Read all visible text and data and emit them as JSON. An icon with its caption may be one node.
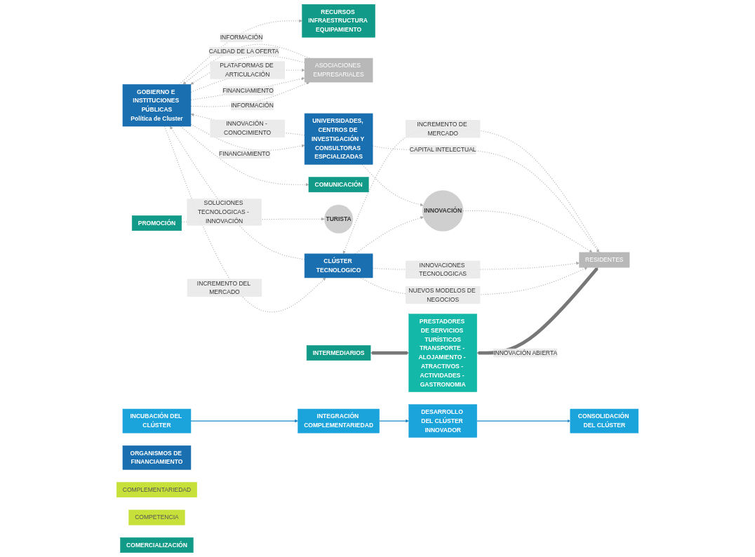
{
  "diagram": {
    "nodes": [
      {
        "text": [
          "ORGANISMOS DE FINANCIAMIENTO"
        ]
      },
      {
        "text": [
          "GOBIERNO E INSTITUCIONES PÚBLICAS",
          "Política de Cluster"
        ]
      },
      {
        "text": [
          "RECURSOS INFRAESTRUCTURA EQUIPAMIENTO"
        ]
      },
      {
        "text": [
          "COMPLEMENTARIEDAD"
        ]
      },
      {
        "text": [
          "ASOCIACIONES EMPRESARIALES"
        ]
      },
      {
        "text": [
          "INTERMEDIARIOS"
        ]
      },
      {
        "text": [
          "PRESTADORES DE SERVICIOS TURÍSTICOS",
          "TRANSPORTE - ALOJAMIENTO - ATRACTIVOS - ACTIVIDADES - GASTRONOMIA"
        ]
      },
      {
        "text": [
          "RESIDENTES"
        ]
      },
      {
        "text": [
          "COMPETENCIA"
        ]
      },
      {
        "text": [
          "COMUNICACIÓN"
        ]
      },
      {
        "text": [
          "PROMOCIÓN"
        ]
      },
      {
        "text": [
          "COMERCIALIZACIÓN"
        ]
      },
      {
        "text": [
          "TURISTA"
        ]
      },
      {
        "text": [
          "INNOVACIÓN"
        ]
      },
      {
        "text": [
          "CLÚSTER TECNOLOGICO"
        ]
      },
      {
        "text": [
          "UNIVERSIDADES, CENTROS DE INVESTIGACIÓN Y CONSULTORAS ESPCIALIZADAS"
        ]
      },
      {
        "text": [
          "INCUBACIÓN DEL CLÚSTER"
        ]
      },
      {
        "text": [
          "INTEGRACIÓN COMPLEMENTARIEDAD"
        ]
      },
      {
        "text": [
          "DESARROLLO DEL CLÚSTER INNOVADOR"
        ]
      },
      {
        "text": [
          "CONSOLIDACIÓN DEL CLÚSTER"
        ]
      }
    ],
    "edges": [
      {
        "from": 1,
        "to": 2,
        "arrow": "to",
        "style": "dashed"
      },
      {
        "from": 14,
        "to": 1,
        "arrow": "to",
        "style": "dashed",
        "label": "SOLUCIONES TECNOLOGICAS - INNOVACIÓN"
      },
      {
        "from": 1,
        "to": 14,
        "arrow": "to",
        "style": "dashed",
        "label": "INCREMENTO DEL MERCADO"
      },
      {
        "from": 4,
        "to": 1,
        "arrow": "to",
        "style": "dashed",
        "label": "CALIDAD DE LA OFERTA"
      },
      {
        "from": 4,
        "to": 1,
        "arrow": "to",
        "style": "dashed",
        "label": "INFORMACIÓN"
      },
      {
        "from": 1,
        "to": 4,
        "arrow": "to",
        "style": "dashed",
        "label": "INFORMACIÓN"
      },
      {
        "from": 1,
        "to": 4,
        "arrow": "to",
        "style": "dashed",
        "label": "FINANCIAMIENTO"
      },
      {
        "from": 1,
        "to": 4,
        "arrow": "to",
        "style": "dashed",
        "label": "PLATAFORMAS DE ARTICULACIÓN"
      },
      {
        "from": 15,
        "to": 1,
        "arrow": "to",
        "style": "dashed",
        "label": "INNOVACIÓN - CONOCIMIENTO"
      },
      {
        "from": 1,
        "to": 15,
        "arrow": "to",
        "style": "dashed",
        "label": "FINANCIAMIENTO"
      },
      {
        "from": 1,
        "to": 9,
        "arrow": "to",
        "style": "dashed"
      },
      {
        "from": 10,
        "to": 12,
        "arrow": "to",
        "style": "dashed"
      },
      {
        "from": 5,
        "to": 6,
        "arrow": "both",
        "style": "thick",
        "color": "#777777"
      },
      {
        "from": 6,
        "to": 7,
        "arrow": "both",
        "style": "thick",
        "color": "#777777",
        "label": "INNOVACIÓN ABIERTA"
      },
      {
        "from": 7,
        "to": 14,
        "arrow": "to",
        "style": "dashed",
        "label": "INCREMENTO DE MERCADO"
      },
      {
        "from": 14,
        "to": 7,
        "arrow": "to",
        "style": "dashed",
        "label": "NUEVOS MODELOS DE NEGOCIOS"
      },
      {
        "from": 14,
        "to": 7,
        "arrow": "to",
        "style": "dashed",
        "label": "INNOVACIONES TECNOLOGICAS"
      },
      {
        "from": 13,
        "to": 7,
        "arrow": "to",
        "style": "dashed"
      },
      {
        "from": 14,
        "to": 13,
        "arrow": "to",
        "style": "dashed"
      },
      {
        "from": 15,
        "to": 13,
        "arrow": "to",
        "style": "dashed"
      },
      {
        "from": 15,
        "to": 7,
        "arrow": "to",
        "style": "dashed",
        "label": "CAPITAL INTELECTUAL"
      },
      {
        "from": 16,
        "to": 17,
        "arrow": "to",
        "color": "#1b86c8"
      },
      {
        "from": 17,
        "to": 18,
        "arrow": "to",
        "color": "#1b86c8"
      },
      {
        "from": 18,
        "to": 19,
        "arrow": "to",
        "color": "#1b86c8"
      }
    ]
  }
}
